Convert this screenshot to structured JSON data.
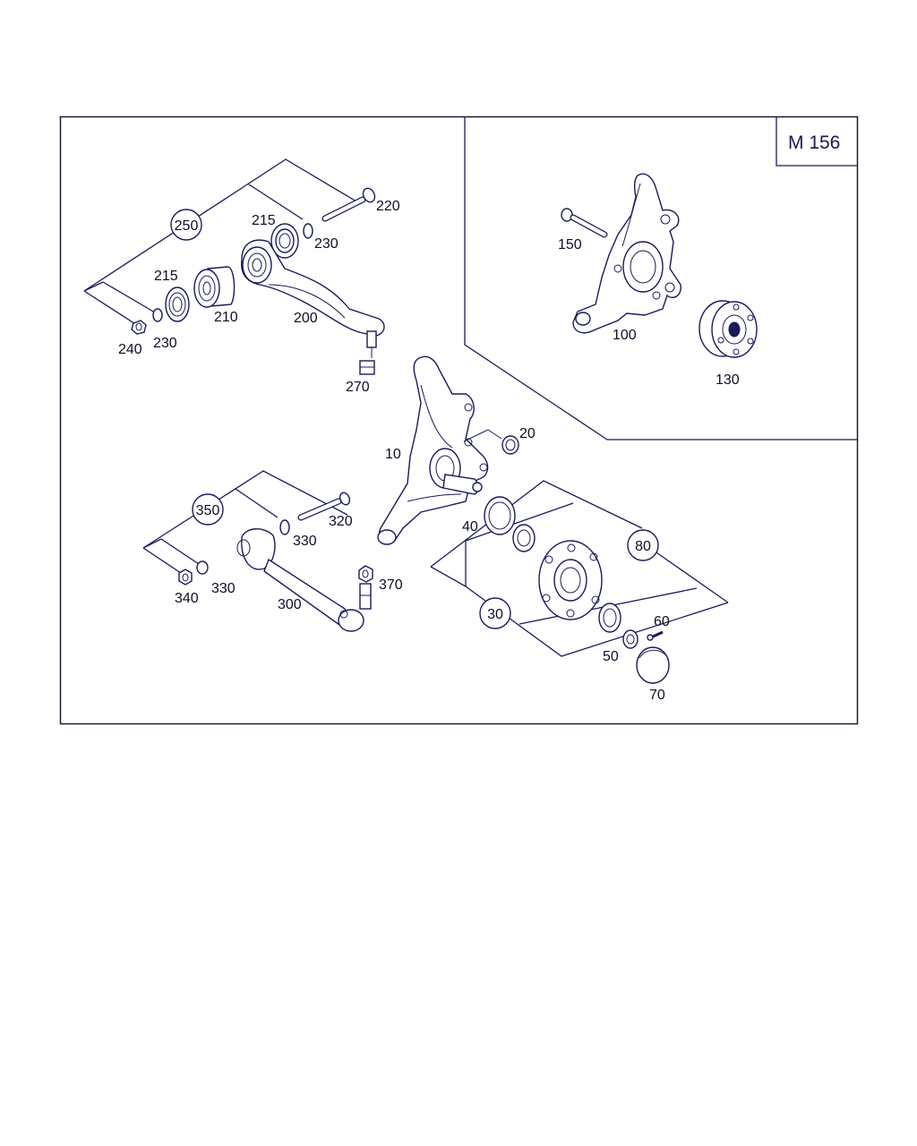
{
  "diagram": {
    "code": "M 156",
    "part_labels": {
      "p220": "220",
      "p215a": "215",
      "p230a": "230",
      "p215b": "215",
      "p210": "210",
      "p200": "200",
      "p240": "240",
      "p230b": "230",
      "p270": "270",
      "p10": "10",
      "p20": "20",
      "p40": "40",
      "p320": "320",
      "p330a": "330",
      "p340": "340",
      "p330b": "330",
      "p370": "370",
      "p300": "300",
      "p60": "60",
      "p50": "50",
      "p70": "70",
      "p150": "150",
      "p100": "100",
      "p130": "130"
    },
    "group_refs": {
      "g250": "250",
      "g350": "350",
      "g80": "80",
      "g30": "30"
    }
  }
}
